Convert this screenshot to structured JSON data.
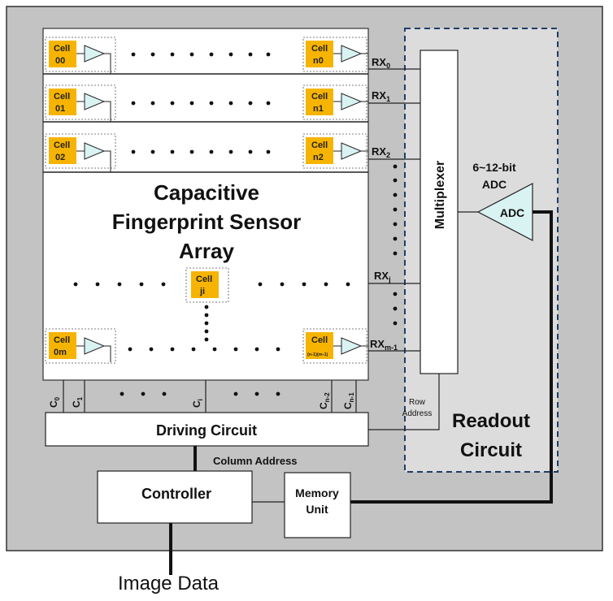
{
  "sensor_array": {
    "title_line1": "Capacitive",
    "title_line2": "Fingerprint Sensor",
    "title_line3": "Array",
    "cells": {
      "c00_a": "Cell",
      "c00_b": "00",
      "cn0_a": "Cell",
      "cn0_b": "n0",
      "c01_a": "Cell",
      "c01_b": "01",
      "cn1_a": "Cell",
      "cn1_b": "n1",
      "c02_a": "Cell",
      "c02_b": "02",
      "cn2_a": "Cell",
      "cn2_b": "n2",
      "cji_a": "Cell",
      "cji_b": "ji",
      "c0m_a": "Cell",
      "c0m_b": "0m",
      "cnm_a": "Cell",
      "cnm_b": "(n-1)(m-1)"
    },
    "rx": {
      "rx0": "RX",
      "rx0_sub": "0",
      "rx1": "RX",
      "rx1_sub": "1",
      "rx2": "RX",
      "rx2_sub": "2",
      "rxj": "RX",
      "rxj_sub": "j",
      "rxm": "RX",
      "rxm_sub": "m-1"
    },
    "columns": {
      "c0": "C",
      "c0_sub": "0",
      "c1": "C",
      "c1_sub": "1",
      "ci": "C",
      "ci_sub": "i",
      "cn2": "C",
      "cn2_sub": "n-2",
      "cn1": "C",
      "cn1_sub": "n-1"
    }
  },
  "multiplexer": {
    "label": "Multiplexer"
  },
  "adc": {
    "label": "ADC",
    "bits_line1": "6~12-bit",
    "bits_line2": "ADC"
  },
  "readout": {
    "line1": "Readout",
    "line2": "Circuit"
  },
  "row_address": {
    "line1": "Row",
    "line2": "Address"
  },
  "driving_circuit": {
    "label": "Driving Circuit"
  },
  "column_address": {
    "label": "Column Address"
  },
  "controller": {
    "label": "Controller"
  },
  "memory_unit": {
    "line1": "Memory",
    "line2": "Unit"
  },
  "output": {
    "label": "Image Data"
  },
  "colors": {
    "outer_bg": "#c3c3c3",
    "readout_bg": "#dcdcdc",
    "cell_fill": "#f6b400",
    "amp_fill": "#d9f2f2",
    "readout_border": "#1f3d66"
  }
}
